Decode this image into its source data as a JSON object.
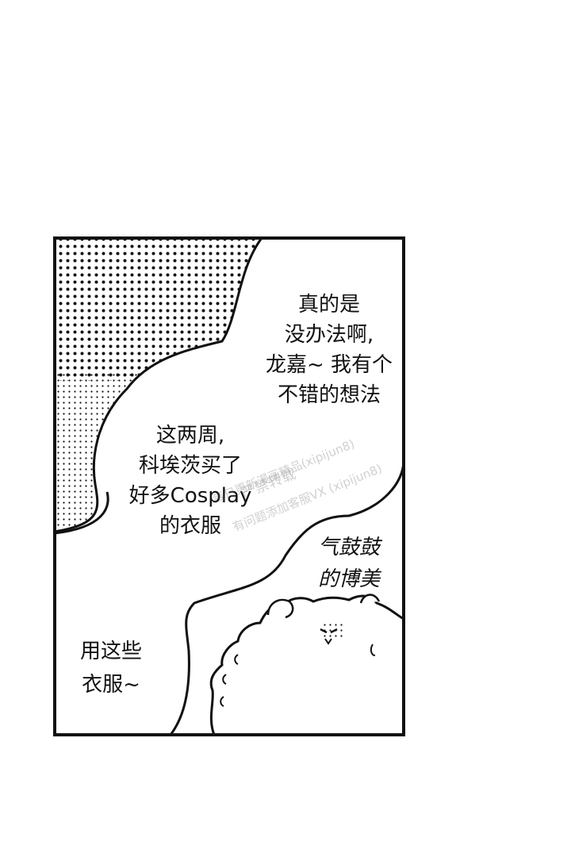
{
  "bubbles": {
    "top_right": [
      "真的是",
      "没办法啊,",
      "龙嘉~ 我有个",
      "不错的想法"
    ],
    "middle_left": [
      "这两周,",
      "科埃茨买了",
      "好多Cosplay",
      "的衣服"
    ],
    "bottom_left": [
      "用这些",
      "衣服~"
    ],
    "sfx": [
      "气鼓鼓",
      "的博美"
    ]
  },
  "watermark": {
    "line1": "严禁转载",
    "line2": "每日更新漫画精品(xipijun8)",
    "line3": "有问题添加客服VX (xipijun8)"
  }
}
